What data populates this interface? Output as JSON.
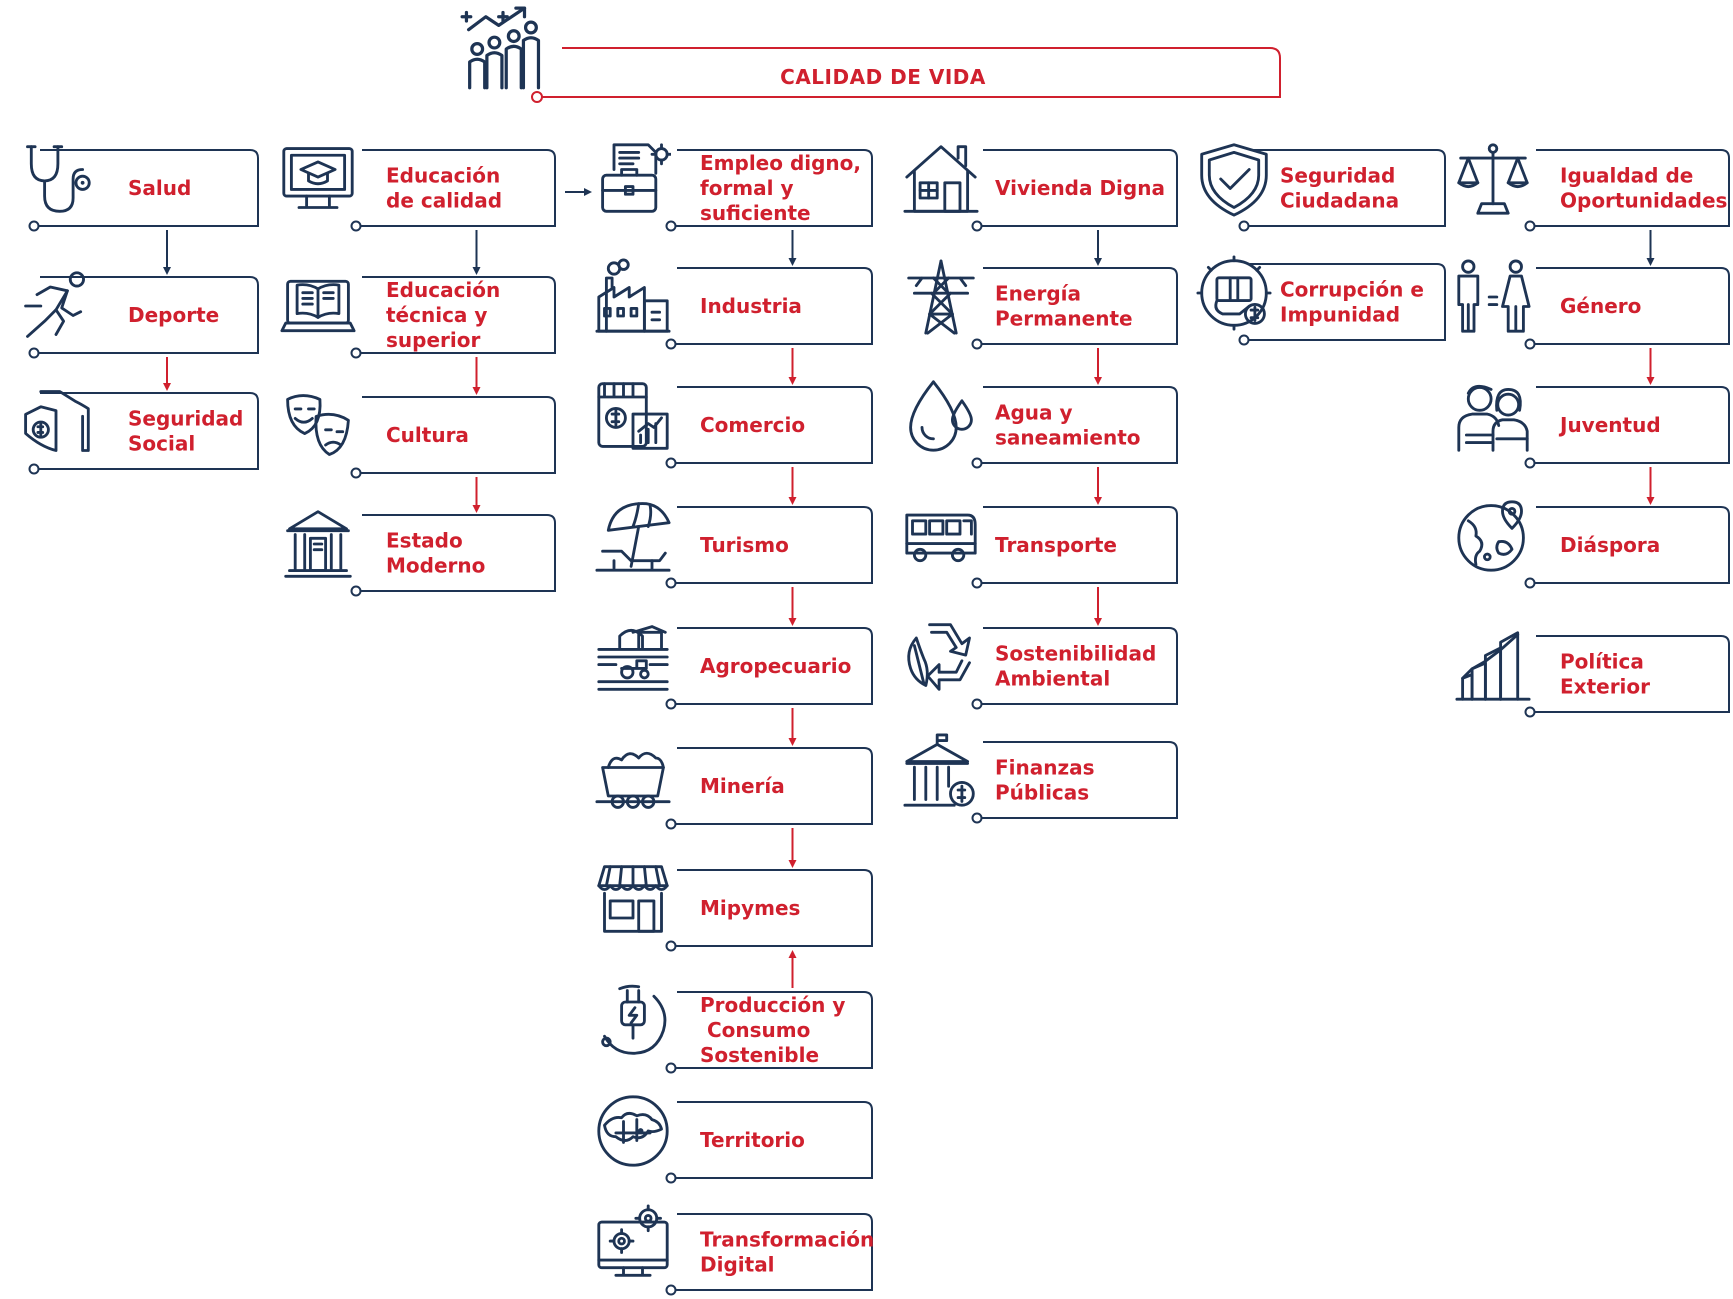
{
  "title": "CALIDAD DE VIDA",
  "colors": {
    "navy": "#1e3454",
    "red": "#d0202e",
    "background": "#ffffff"
  },
  "columns": [
    {
      "id": "col1",
      "items": [
        {
          "id": "salud",
          "lines": [
            "Salud"
          ],
          "icon": "stethoscope-icon"
        },
        {
          "id": "deporte",
          "lines": [
            "Deporte"
          ],
          "icon": "runner-icon"
        },
        {
          "id": "seguridad-social",
          "lines": [
            "Seguridad",
            "Social"
          ],
          "icon": "protection-hand-icon"
        }
      ]
    },
    {
      "id": "col2",
      "items": [
        {
          "id": "educacion-calidad",
          "lines": [
            "Educación",
            "de calidad"
          ],
          "icon": "graduation-monitor-icon"
        },
        {
          "id": "educacion-tecnica",
          "lines": [
            "Educación",
            "técnica y",
            "superior"
          ],
          "icon": "laptop-book-icon"
        },
        {
          "id": "cultura",
          "lines": [
            "Cultura"
          ],
          "icon": "theater-masks-icon"
        },
        {
          "id": "estado-moderno",
          "lines": [
            "Estado",
            "Moderno"
          ],
          "icon": "government-building-icon"
        }
      ]
    },
    {
      "id": "col3",
      "items": [
        {
          "id": "empleo",
          "lines": [
            "Empleo digno,",
            "formal y",
            "suficiente"
          ],
          "icon": "briefcase-document-icon"
        },
        {
          "id": "industria",
          "lines": [
            "Industria"
          ],
          "icon": "factory-icon"
        },
        {
          "id": "comercio",
          "lines": [
            "Comercio"
          ],
          "icon": "store-chart-icon"
        },
        {
          "id": "turismo",
          "lines": [
            "Turismo"
          ],
          "icon": "beach-umbrella-icon"
        },
        {
          "id": "agropecuario",
          "lines": [
            "Agropecuario"
          ],
          "icon": "farm-tractor-icon"
        },
        {
          "id": "mineria",
          "lines": [
            "Minería"
          ],
          "icon": "mine-cart-icon"
        },
        {
          "id": "mipymes",
          "lines": [
            "Mipymes"
          ],
          "icon": "small-shop-icon"
        },
        {
          "id": "produccion",
          "lines": [
            "Producción y",
            " Consumo",
            "Sostenible"
          ],
          "icon": "energy-plug-icon"
        },
        {
          "id": "territorio",
          "lines": [
            "Territorio"
          ],
          "icon": "island-map-icon"
        },
        {
          "id": "transformacion",
          "lines": [
            "Transformación",
            "Digital"
          ],
          "icon": "monitor-gears-icon"
        }
      ]
    },
    {
      "id": "col4",
      "items": [
        {
          "id": "vivienda",
          "lines": [
            "Vivienda Digna"
          ],
          "icon": "house-icon"
        },
        {
          "id": "energia",
          "lines": [
            "Energía",
            "Permanente"
          ],
          "icon": "power-tower-icon"
        },
        {
          "id": "agua",
          "lines": [
            "Agua y",
            "saneamiento"
          ],
          "icon": "water-drop-icon"
        },
        {
          "id": "transporte",
          "lines": [
            "Transporte"
          ],
          "icon": "bus-icon"
        },
        {
          "id": "sostenibilidad",
          "lines": [
            "Sostenibilidad",
            "Ambiental"
          ],
          "icon": "recycle-icon"
        },
        {
          "id": "finanzas",
          "lines": [
            "Finanzas",
            "Públicas"
          ],
          "icon": "bank-money-icon"
        }
      ]
    },
    {
      "id": "col5",
      "items": [
        {
          "id": "seguridad-ciudadana",
          "lines": [
            "Seguridad",
            "Ciudadana"
          ],
          "icon": "shield-check-icon"
        },
        {
          "id": "corrupcion",
          "lines": [
            "Corrupción e",
            "Impunidad"
          ],
          "icon": "bribe-hand-icon"
        }
      ]
    },
    {
      "id": "col6",
      "items": [
        {
          "id": "igualdad",
          "lines": [
            "Igualdad de",
            "Oportunidades"
          ],
          "icon": "balance-scale-icon"
        },
        {
          "id": "genero",
          "lines": [
            "Género"
          ],
          "icon": "gender-people-icon"
        },
        {
          "id": "juventud",
          "lines": [
            "Juventud"
          ],
          "icon": "young-people-icon"
        },
        {
          "id": "diaspora",
          "lines": [
            "Diáspora"
          ],
          "icon": "globe-pin-icon"
        },
        {
          "id": "politica-exterior",
          "lines": [
            "Política",
            "Exterior"
          ],
          "icon": "bar-growth-icon"
        }
      ]
    }
  ],
  "connections": [
    {
      "from": "salud",
      "to": "deporte",
      "color": "navy"
    },
    {
      "from": "deporte",
      "to": "seguridad-social",
      "color": "red"
    },
    {
      "from": "educacion-calidad",
      "to": "educacion-tecnica",
      "color": "navy"
    },
    {
      "from": "educacion-tecnica",
      "to": "cultura",
      "color": "red"
    },
    {
      "from": "cultura",
      "to": "estado-moderno",
      "color": "red"
    },
    {
      "from": "educacion-calidad",
      "to": "empleo",
      "color": "navy"
    },
    {
      "from": "empleo",
      "to": "industria",
      "color": "navy"
    },
    {
      "from": "industria",
      "to": "comercio",
      "color": "red"
    },
    {
      "from": "comercio",
      "to": "turismo",
      "color": "red"
    },
    {
      "from": "turismo",
      "to": "agropecuario",
      "color": "red"
    },
    {
      "from": "agropecuario",
      "to": "mineria",
      "color": "red"
    },
    {
      "from": "mineria",
      "to": "mipymes",
      "color": "red"
    },
    {
      "from": "produccion",
      "to": "mipymes",
      "color": "red"
    },
    {
      "from": "vivienda",
      "to": "energia",
      "color": "navy"
    },
    {
      "from": "energia",
      "to": "agua",
      "color": "red"
    },
    {
      "from": "agua",
      "to": "transporte",
      "color": "red"
    },
    {
      "from": "transporte",
      "to": "sostenibilidad",
      "color": "red"
    },
    {
      "from": "igualdad",
      "to": "genero",
      "color": "navy"
    },
    {
      "from": "genero",
      "to": "juventud",
      "color": "red"
    },
    {
      "from": "juventud",
      "to": "diaspora",
      "color": "red"
    }
  ]
}
